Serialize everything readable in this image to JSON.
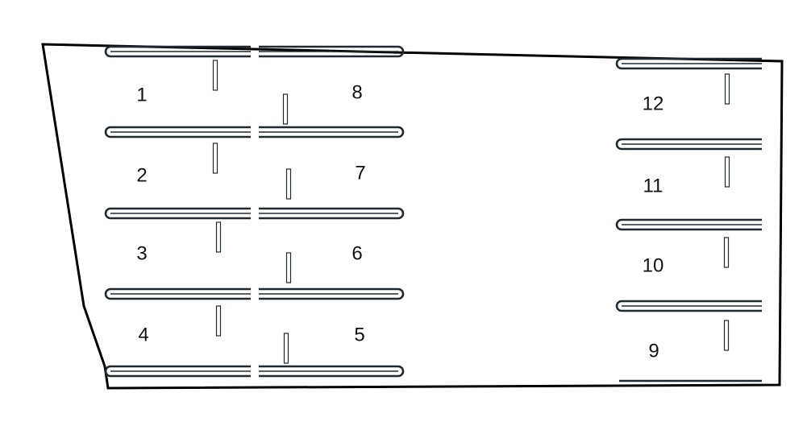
{
  "diagram": {
    "kind": "parking-lot-layout",
    "colors": {
      "outline": "#000000",
      "stripe": "#1e2a30",
      "background": "#ffffff",
      "label": "#111111"
    },
    "spaces": [
      {
        "number": "1"
      },
      {
        "number": "2"
      },
      {
        "number": "3"
      },
      {
        "number": "4"
      },
      {
        "number": "5"
      },
      {
        "number": "6"
      },
      {
        "number": "7"
      },
      {
        "number": "8"
      },
      {
        "number": "9"
      },
      {
        "number": "10"
      },
      {
        "number": "11"
      },
      {
        "number": "12"
      }
    ]
  }
}
